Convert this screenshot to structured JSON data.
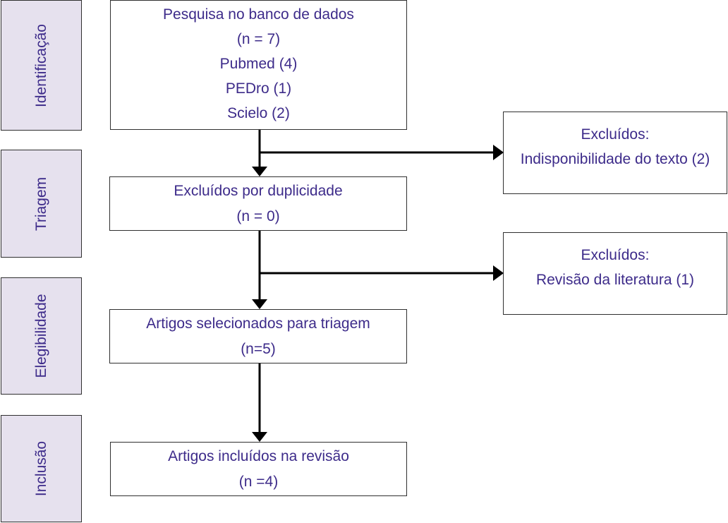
{
  "phases": {
    "identification": "Identificação",
    "screening": "Triagem",
    "eligibility": "Elegibilidade",
    "inclusion": "Inclusão"
  },
  "search": {
    "title": "Pesquisa no banco de dados",
    "n": "(n = 7)",
    "sources": [
      "Pubmed (4)",
      "PEDro (1)",
      "Scielo (2)"
    ]
  },
  "duplicates": {
    "title": "Excluídos por duplicidade",
    "n": "(n = 0)"
  },
  "excluded_text": {
    "title": "Excluídos:",
    "reason": "Indisponibilidade do texto (2)"
  },
  "excluded_review": {
    "title": "Excluídos:",
    "reason": "Revisão da literatura (1)"
  },
  "selected": {
    "title": "Artigos selecionados para triagem",
    "n": "(n=5)"
  },
  "included": {
    "title": "Artigos incluídos na revisão",
    "n": "(n =4)"
  },
  "colors": {
    "text": "#3d2b8a",
    "phase_fill": "#e6e1ee",
    "border": "#2f2f2f"
  }
}
